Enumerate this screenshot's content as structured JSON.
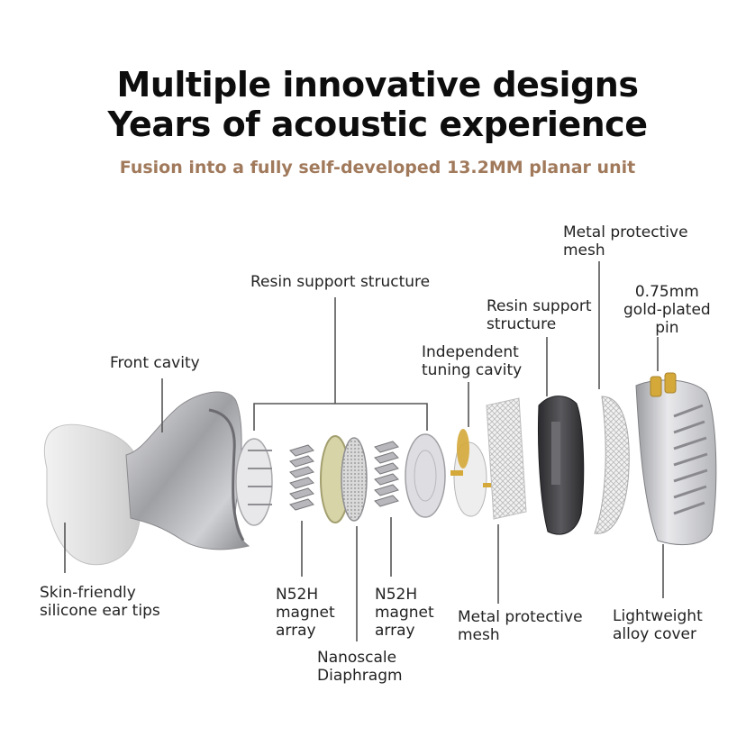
{
  "header": {
    "title_line1": "Multiple innovative designs",
    "title_line2": "Years of acoustic experience",
    "subtitle": "Fusion into a fully self-developed 13.2MM planar unit"
  },
  "labels": {
    "resin_support_top": "Resin support structure",
    "front_cavity": "Front cavity",
    "independent_tuning": "Independent\ntuning cavity",
    "resin_support_right": "Resin support\nstructure",
    "metal_mesh_top": "Metal protective\nmesh",
    "gold_pin": "0.75mm\ngold-plated\npin",
    "ear_tips": "Skin-friendly\nsilicone ear tips",
    "magnet_left": "N52H\nmagnet\narray",
    "magnet_right": "N52H\nmagnet\narray",
    "diaphragm": "Nanoscale\nDiaphragm",
    "metal_mesh_bottom": "Metal protective\nmesh",
    "alloy_cover": "Lightweight\nalloy cover"
  },
  "colors": {
    "subtitle": "#a17a5c",
    "leader_line": "#555555",
    "gold": "#d4a93a",
    "metal": "#c8c8cc",
    "dark_shell": "#3a3a3e"
  }
}
